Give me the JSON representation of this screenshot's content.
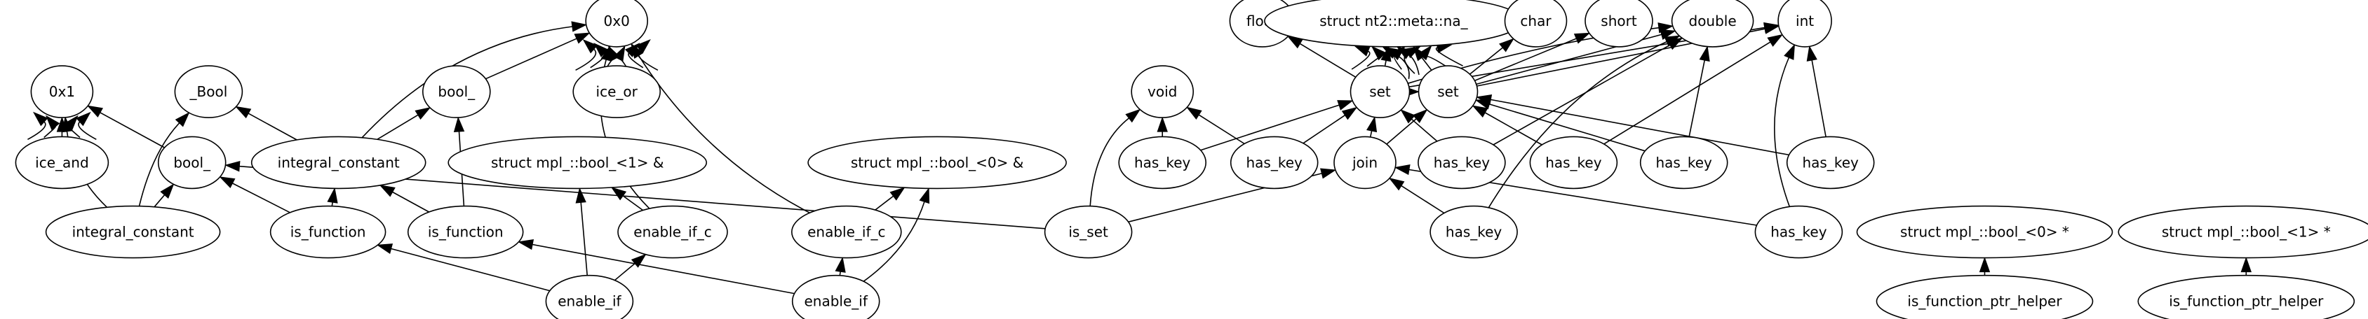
{
  "graph": {
    "nodes": [
      {
        "id": "n_0x0",
        "label": "0x0"
      },
      {
        "id": "n_0x1",
        "label": "0x1"
      },
      {
        "id": "n_bool_c",
        "label": "_Bool"
      },
      {
        "id": "n_bool_mid",
        "label": "bool_"
      },
      {
        "id": "n_ice_or",
        "label": "ice_or"
      },
      {
        "id": "n_ice_and",
        "label": "ice_and"
      },
      {
        "id": "n_bool_left",
        "label": "bool_"
      },
      {
        "id": "n_int_const_mid",
        "label": "integral_constant"
      },
      {
        "id": "n_int_const_left",
        "label": "integral_constant"
      },
      {
        "id": "n_is_function_1",
        "label": "is_function"
      },
      {
        "id": "n_is_function_2",
        "label": "is_function"
      },
      {
        "id": "n_mpl_bool1_ref",
        "label": "struct mpl_::bool_<1> &"
      },
      {
        "id": "n_mpl_bool0_ref",
        "label": "struct mpl_::bool_<0> &"
      },
      {
        "id": "n_enable_if_c_1",
        "label": "enable_if_c"
      },
      {
        "id": "n_enable_if_c_2",
        "label": "enable_if_c"
      },
      {
        "id": "n_enable_if_1",
        "label": "enable_if"
      },
      {
        "id": "n_enable_if_2",
        "label": "enable_if"
      },
      {
        "id": "n_is_set",
        "label": "is_set"
      },
      {
        "id": "n_void",
        "label": "void"
      },
      {
        "id": "n_float",
        "label": "float"
      },
      {
        "id": "n_na",
        "label": "struct nt2::meta::na_"
      },
      {
        "id": "n_char",
        "label": "char"
      },
      {
        "id": "n_short",
        "label": "short"
      },
      {
        "id": "n_double",
        "label": "double"
      },
      {
        "id": "n_int",
        "label": "int"
      },
      {
        "id": "n_set_1",
        "label": "set"
      },
      {
        "id": "n_set_2",
        "label": "set"
      },
      {
        "id": "n_has_key_1",
        "label": "has_key"
      },
      {
        "id": "n_has_key_2",
        "label": "has_key"
      },
      {
        "id": "n_has_key_3",
        "label": "has_key"
      },
      {
        "id": "n_has_key_4",
        "label": "has_key"
      },
      {
        "id": "n_has_key_5",
        "label": "has_key"
      },
      {
        "id": "n_has_key_6",
        "label": "has_key"
      },
      {
        "id": "n_has_key_7",
        "label": "has_key"
      },
      {
        "id": "n_has_key_8",
        "label": "has_key"
      },
      {
        "id": "n_join",
        "label": "join"
      },
      {
        "id": "n_mpl_bool0_ptr",
        "label": "struct mpl_::bool_<0> *"
      },
      {
        "id": "n_mpl_bool1_ptr",
        "label": "struct mpl_::bool_<1> *"
      },
      {
        "id": "n_fn_ptr_helper_1",
        "label": "is_function_ptr_helper"
      },
      {
        "id": "n_fn_ptr_helper_2",
        "label": "is_function_ptr_helper"
      }
    ]
  }
}
